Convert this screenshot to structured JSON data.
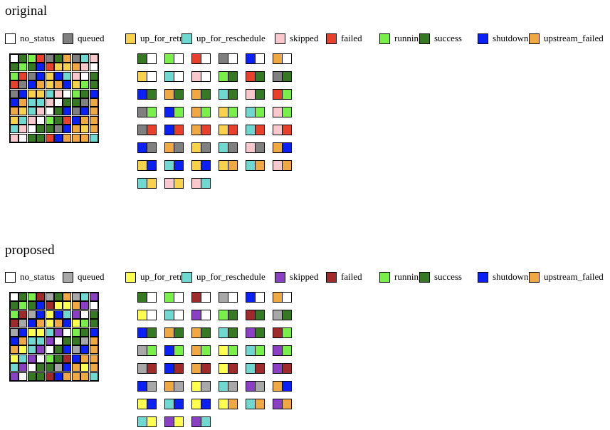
{
  "sections": [
    {
      "title": "original",
      "colors": {
        "no_status": "#ffffff",
        "queued": "#808080",
        "up_for_retry": "#f8d24b",
        "up_for_reschedule": "#6fd8d0",
        "skipped": "#f8c8cc",
        "failed": "#e8402a",
        "running": "#79ef4a",
        "success": "#357a22",
        "shutdown": "#0a20f5",
        "upstream_failed": "#f0a842"
      }
    },
    {
      "title": "proposed",
      "colors": {
        "no_status": "#ffffff",
        "queued": "#a8a8a8",
        "up_for_retry": "#ffff50",
        "up_for_reschedule": "#6fd8d0",
        "skipped": "#8b3fc4",
        "failed": "#a02a2a",
        "running": "#79ef4a",
        "success": "#357a22",
        "shutdown": "#0a20f5",
        "upstream_failed": "#f0a842"
      }
    }
  ],
  "legend": [
    "no_status",
    "queued",
    "up_for_retry",
    "up_for_reschedule",
    "skipped",
    "failed",
    "running",
    "success",
    "shutdown",
    "upstream_failed"
  ],
  "matrix": [
    [
      "no_status",
      "success",
      "running",
      "failed",
      "queued",
      "success",
      "upstream_failed",
      "queued",
      "up_for_reschedule",
      "skipped"
    ],
    [
      "success",
      "running",
      "success",
      "shutdown",
      "failed",
      "up_for_retry",
      "up_for_retry",
      "upstream_failed",
      "skipped",
      "no_status"
    ],
    [
      "running",
      "failed",
      "queued",
      "shutdown",
      "up_for_retry",
      "shutdown",
      "up_for_reschedule",
      "skipped",
      "no_status",
      "success"
    ],
    [
      "failed",
      "queued",
      "shutdown",
      "upstream_failed",
      "up_for_retry",
      "upstream_failed",
      "shutdown",
      "up_for_retry",
      "running",
      "success"
    ],
    [
      "queued",
      "shutdown",
      "up_for_retry",
      "up_for_retry",
      "up_for_reschedule",
      "skipped",
      "no_status",
      "running",
      "success",
      "shutdown"
    ],
    [
      "shutdown",
      "upstream_failed",
      "up_for_reschedule",
      "up_for_reschedule",
      "skipped",
      "no_status",
      "success",
      "success",
      "queued",
      "upstream_failed"
    ],
    [
      "upstream_failed",
      "up_for_retry",
      "up_for_reschedule",
      "skipped",
      "no_status",
      "success",
      "shutdown",
      "queued",
      "shutdown",
      "upstream_failed"
    ],
    [
      "up_for_retry",
      "up_for_reschedule",
      "skipped",
      "no_status",
      "running",
      "success",
      "failed",
      "shutdown",
      "upstream_failed",
      "upstream_failed"
    ],
    [
      "up_for_reschedule",
      "skipped",
      "no_status",
      "success",
      "success",
      "queued",
      "shutdown",
      "upstream_failed",
      "up_for_retry",
      "upstream_failed"
    ],
    [
      "skipped",
      "no_status",
      "success",
      "success",
      "failed",
      "shutdown",
      "upstream_failed",
      "upstream_failed",
      "upstream_failed",
      "up_for_reschedule"
    ]
  ],
  "pair_columns": [
    [
      [
        "success",
        "no_status"
      ],
      [
        "up_for_retry",
        "no_status"
      ],
      [
        "shutdown",
        "success"
      ],
      [
        "queued",
        "running"
      ],
      [
        "queued",
        "failed"
      ],
      [
        "shutdown",
        "queued"
      ],
      [
        "up_for_retry",
        "shutdown"
      ],
      [
        "up_for_reschedule",
        "up_for_retry"
      ]
    ],
    [
      [
        "running",
        "no_status"
      ],
      [
        "up_for_reschedule",
        "no_status"
      ],
      [
        "upstream_failed",
        "success"
      ],
      [
        "shutdown",
        "running"
      ],
      [
        "shutdown",
        "failed"
      ],
      [
        "upstream_failed",
        "queued"
      ],
      [
        "up_for_reschedule",
        "shutdown"
      ],
      [
        "skipped",
        "up_for_retry"
      ]
    ],
    [
      [
        "failed",
        "no_status"
      ],
      [
        "skipped",
        "no_status"
      ],
      [
        "upstream_failed",
        "success"
      ],
      [
        "upstream_failed",
        "running"
      ],
      [
        "upstream_failed",
        "failed"
      ],
      [
        "up_for_retry",
        "queued"
      ],
      [
        "up_for_retry",
        "shutdown"
      ],
      [
        "skipped",
        "up_for_reschedule"
      ]
    ],
    [
      [
        "queued",
        "no_status"
      ],
      [
        "running",
        "success"
      ],
      [
        "up_for_reschedule",
        "success"
      ],
      [
        "up_for_retry",
        "running"
      ],
      [
        "up_for_retry",
        "failed"
      ],
      [
        "up_for_reschedule",
        "queued"
      ],
      [
        "up_for_retry",
        "upstream_failed"
      ]
    ],
    [
      [
        "shutdown",
        "no_status"
      ],
      [
        "failed",
        "success"
      ],
      [
        "skipped",
        "success"
      ],
      [
        "up_for_reschedule",
        "running"
      ],
      [
        "up_for_reschedule",
        "failed"
      ],
      [
        "skipped",
        "queued"
      ],
      [
        "up_for_reschedule",
        "upstream_failed"
      ]
    ],
    [
      [
        "upstream_failed",
        "no_status"
      ],
      [
        "queued",
        "success"
      ],
      [
        "failed",
        "running"
      ],
      [
        "skipped",
        "running"
      ],
      [
        "skipped",
        "failed"
      ],
      [
        "upstream_failed",
        "shutdown"
      ],
      [
        "skipped",
        "upstream_failed"
      ]
    ]
  ]
}
